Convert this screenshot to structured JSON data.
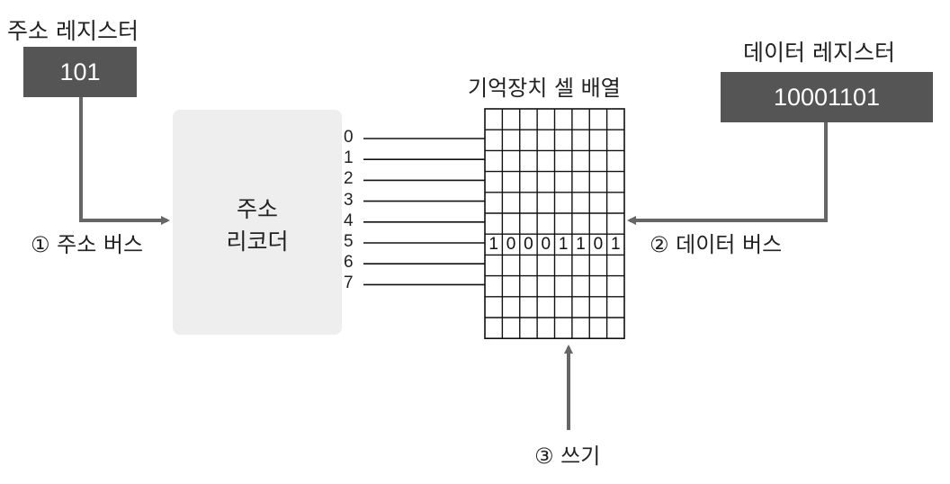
{
  "address_register": {
    "label": "주소 레지스터",
    "value": "101"
  },
  "data_register": {
    "label": "데이터 레지스터",
    "value": "10001101"
  },
  "decoder": {
    "line1": "주소",
    "line2": "리코더"
  },
  "memory": {
    "title": "기억장치 셀 배열",
    "selected_row": 5,
    "cell_bits": [
      "1",
      "0",
      "0",
      "0",
      "1",
      "1",
      "0",
      "1"
    ]
  },
  "address_lines": [
    "0",
    "1",
    "2",
    "3",
    "4",
    "5",
    "6",
    "7"
  ],
  "steps": {
    "address_bus": "① 주소 버스",
    "data_bus": "② 데이터 버스",
    "write": "③ 쓰기"
  },
  "colors": {
    "register": "#555555",
    "arrow": "#666666",
    "decoder": "#eeeeee"
  }
}
